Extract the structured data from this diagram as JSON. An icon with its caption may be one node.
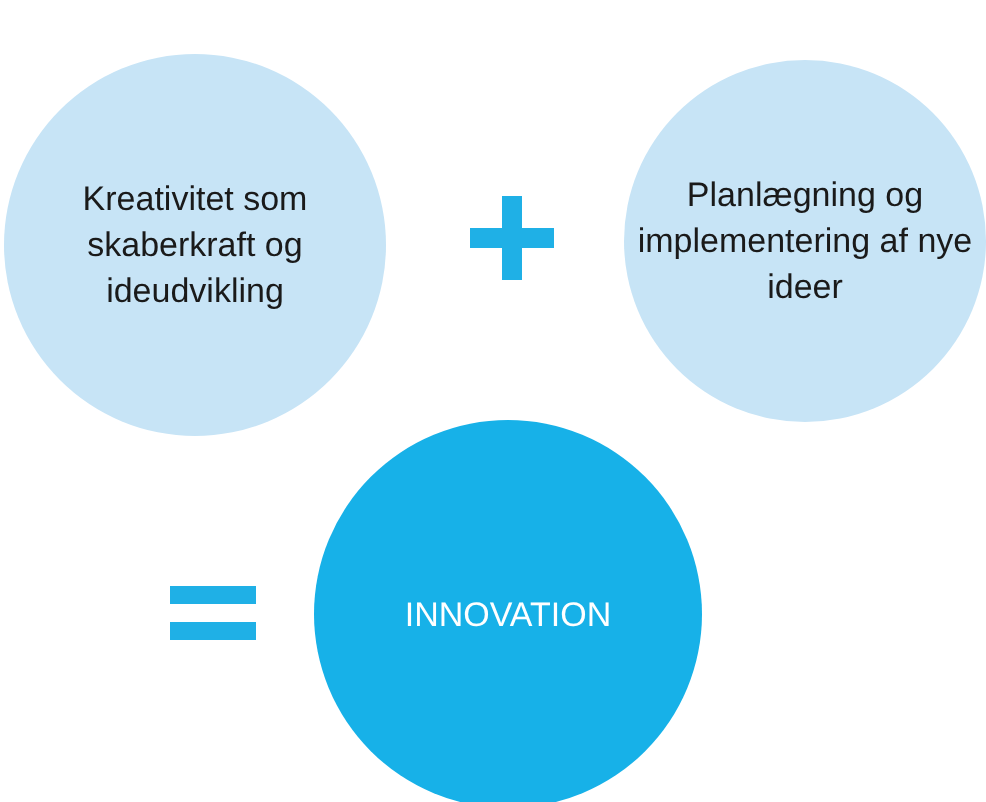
{
  "diagram": {
    "nodes": [
      {
        "text": [
          "Kreativitet som skaberkraft og ideudvikling"
        ]
      },
      {
        "text": [
          "Planlægning og implementering af nye ideer"
        ]
      },
      {
        "text": [
          "INNOVATION"
        ]
      }
    ]
  }
}
